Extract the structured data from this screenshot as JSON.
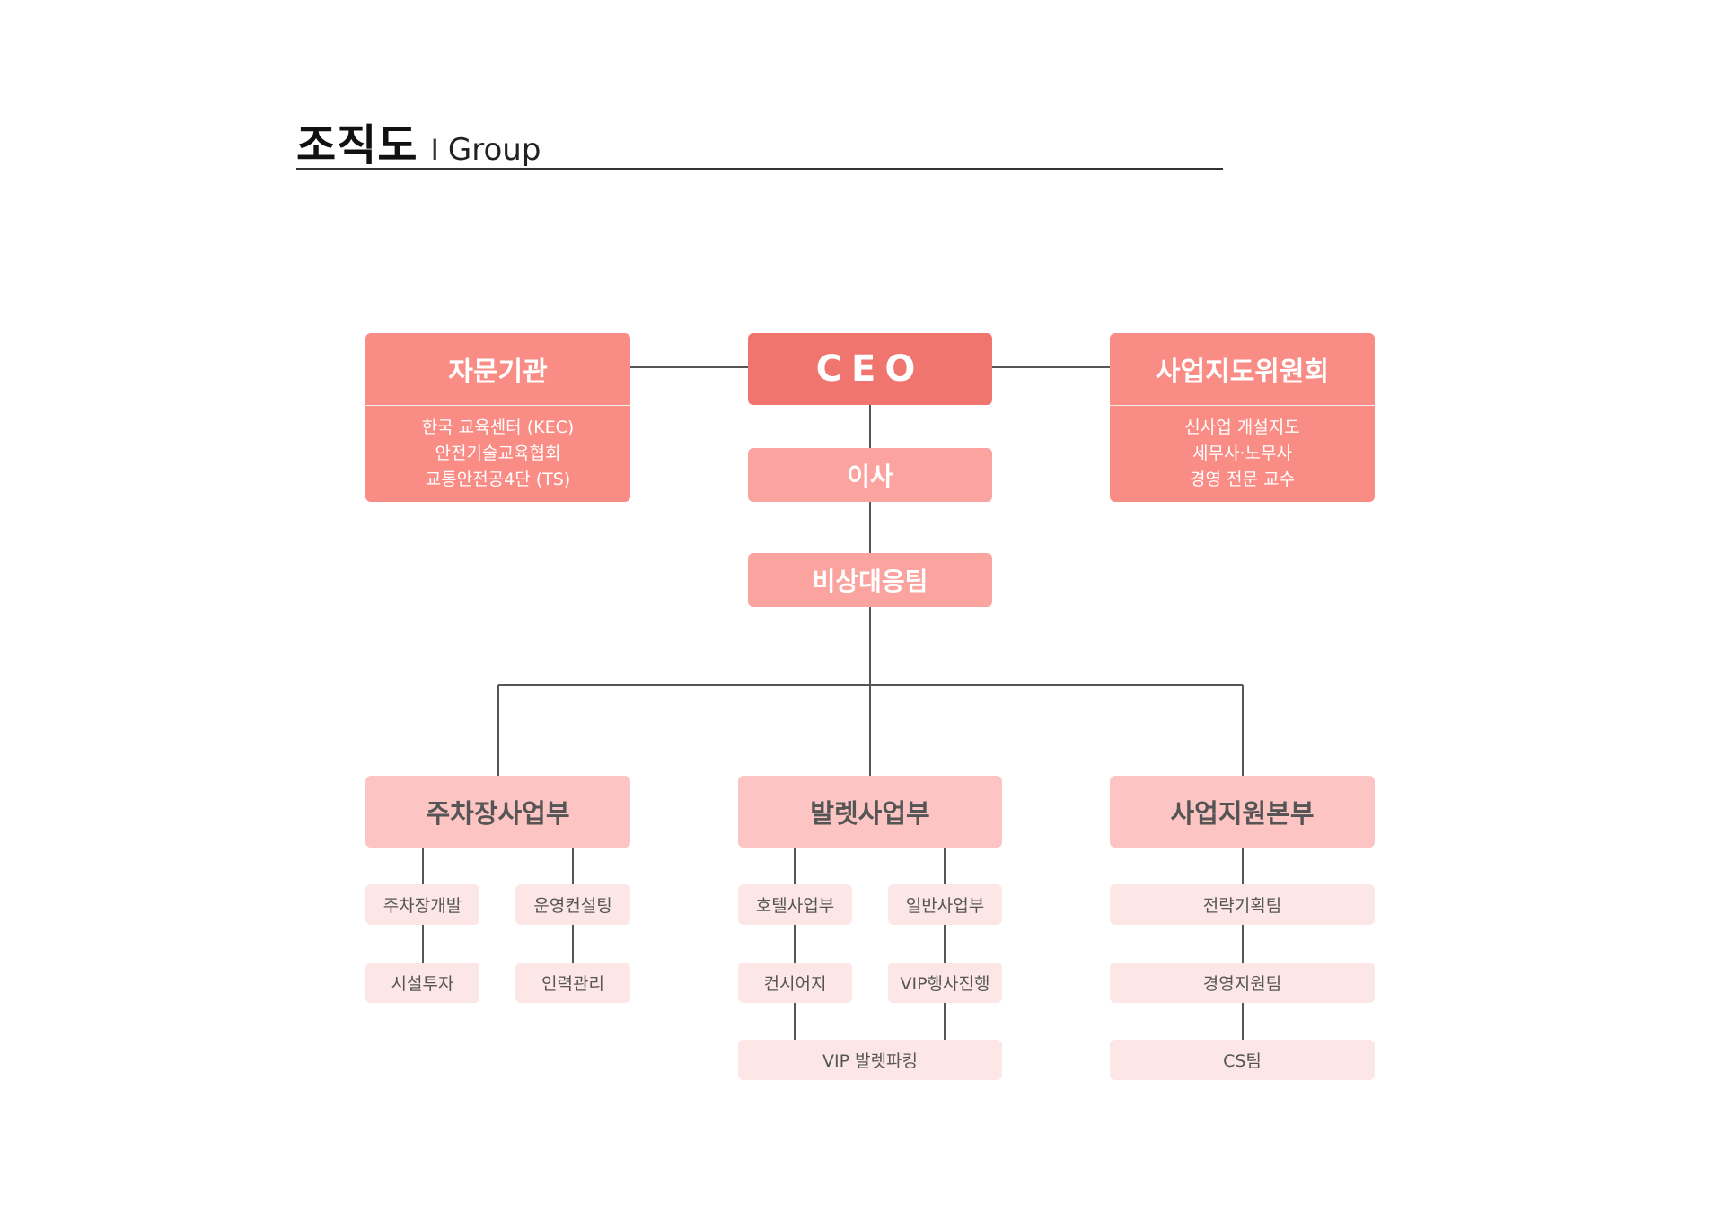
{
  "title": {
    "main": "조직도",
    "separator": "I",
    "sub": "Group"
  },
  "advisory": {
    "head": "자문기관",
    "lines": [
      "한국 교육센터 (KEC)",
      "안전기술교육협회",
      "교통안전공4단 (TS)"
    ]
  },
  "ceo": "CEO",
  "committee": {
    "head": "사업지도위원회",
    "lines": [
      "신사업 개설지도",
      "세무사·노무사",
      "경영 전문 교수"
    ]
  },
  "director": "이사",
  "emergency": "비상대응팀",
  "departments": {
    "parking": {
      "name": "주차장사업부",
      "teams": [
        "주차장개발",
        "운영컨설팅",
        "시설투자",
        "인력관리"
      ]
    },
    "valet": {
      "name": "발렛사업부",
      "teams": [
        "호텔사업부",
        "일반사업부",
        "컨시어지",
        "VIP행사진행",
        "VIP 발렛파킹"
      ]
    },
    "support": {
      "name": "사업지원본부",
      "teams": [
        "전략기획팀",
        "경영지원팀",
        "CS팀"
      ]
    }
  },
  "colors": {
    "ceo": "#ef756e",
    "side_box": "#f98d86",
    "mid_box": "#fba49f",
    "dept_box": "#fcc4c2",
    "team_box": "#fde7e6",
    "line": "#555555"
  }
}
